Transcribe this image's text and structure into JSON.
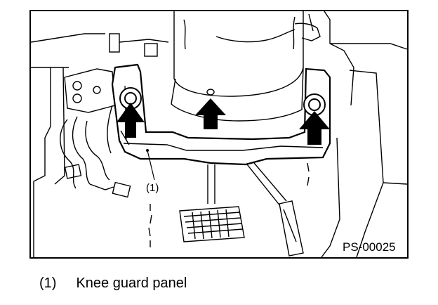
{
  "figure": {
    "code": "PS-00025",
    "callout": "(1)",
    "arrows": [
      "arrow-left-bolt",
      "arrow-center-clip",
      "arrow-right-bolt"
    ]
  },
  "legend": [
    {
      "number": "(1)",
      "text": "Knee guard panel"
    }
  ],
  "colors": {
    "ink": "#000000",
    "paper": "#ffffff",
    "fill": "#ffffff"
  }
}
